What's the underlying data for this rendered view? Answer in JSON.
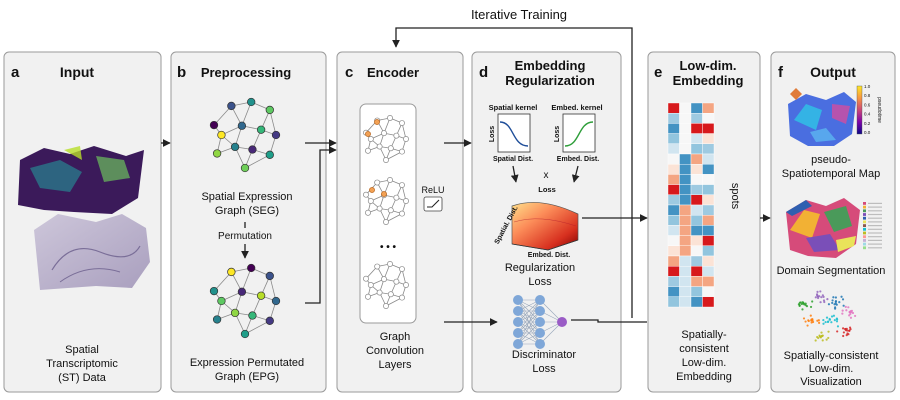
{
  "top_label": "Iterative Training",
  "panels": {
    "a": {
      "letter": "a",
      "title": "Input",
      "caption": [
        "Spatial",
        "Transcriptomic",
        "(ST) Data"
      ]
    },
    "b": {
      "letter": "b",
      "title": "Preprocessing",
      "seg_caption": [
        "Spatial Expression",
        "Graph (SEG)"
      ],
      "permutation": "Permutation",
      "epg_caption": [
        "Expression Permutated",
        "Graph (EPG)"
      ]
    },
    "c": {
      "letter": "c",
      "title": "Encoder",
      "relu": "ReLU",
      "dots": "• • •",
      "caption": [
        "Graph",
        "Convolution",
        "Layers"
      ]
    },
    "d": {
      "letter": "d",
      "title": [
        "Embedding",
        "Regularization"
      ],
      "spatial_kernel": "Spatial kernel",
      "embed_kernel": "Embed. kernel",
      "loss": "Loss",
      "spatial_dist": "Spatial Dist.",
      "embed_dist": "Embed. Dist.",
      "times": "x",
      "surface_loss": "Loss",
      "surface_y": "Spatial. Dist.",
      "surface_x": "Embed. Dist.",
      "reg_caption": [
        "Regularization",
        "Loss"
      ],
      "disc_caption": [
        "Discriminator",
        "Loss"
      ]
    },
    "e": {
      "letter": "e",
      "title": [
        "Low-dim.",
        "Embedding"
      ],
      "spots": "spots",
      "caption": [
        "Spatially-",
        "consistent",
        "Low-dim.",
        "Embedding"
      ]
    },
    "f": {
      "letter": "f",
      "title": "Output",
      "colorbar_ticks": [
        "1.0",
        "0.8",
        "0.6",
        "0.4",
        "0.2",
        "0.0"
      ],
      "colorbar_label": "pseudotime",
      "caption1": [
        "pseudo-",
        "Spatiotemporal Map"
      ],
      "caption2": [
        "Domain Segmentation"
      ],
      "caption3": [
        "Spatially-consistent",
        "Low-dim.",
        "Visualization"
      ]
    }
  },
  "colors": {
    "panel_bg": "#f1f1f1",
    "panel_border": "#9a9a9a",
    "node_blue": "#7fa7d8",
    "node_purple": "#9a5cc6",
    "heat_red": "#d7191c",
    "heat_blue": "#2c7bb6"
  }
}
